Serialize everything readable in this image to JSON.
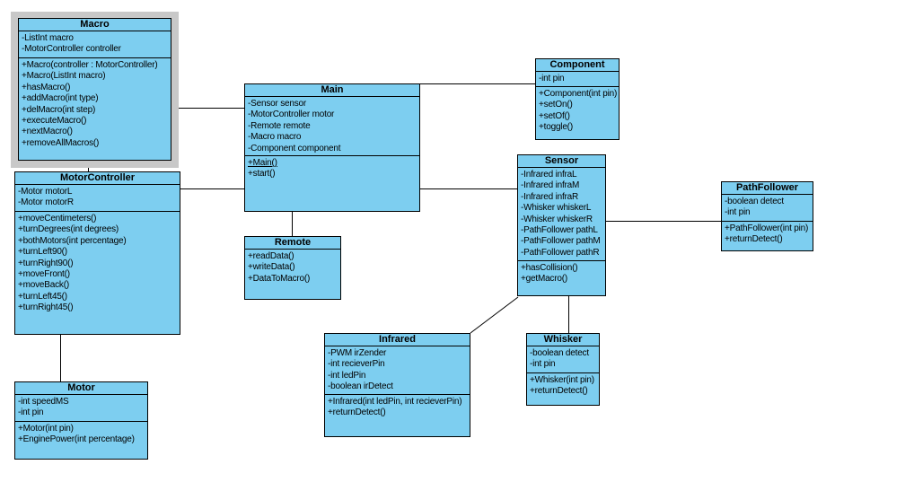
{
  "diagram": {
    "type": "uml-class-diagram",
    "colors": {
      "class_fill": "#7dcef0",
      "class_border": "#000000",
      "relation_line": "#000000",
      "selection_highlight": "#c8c8c8",
      "background": "#ffffff"
    },
    "classes": {
      "macro": {
        "name": "Macro",
        "selected": true,
        "fields": [
          "-ListInt macro",
          "-MotorController controller"
        ],
        "methods": [
          "+Macro(controller : MotorController)",
          "+Macro(ListInt macro)",
          "+hasMacro()",
          "+addMacro(int type)",
          "+delMacro(int step)",
          "+executeMacro()",
          "+nextMacro()",
          "+removeAllMacros()"
        ]
      },
      "motor_controller": {
        "name": "MotorController",
        "selected": false,
        "fields": [
          "-Motor motorL",
          "-Motor motorR"
        ],
        "methods": [
          "+moveCentimeters()",
          "+turnDegrees(int degrees)",
          "+bothMotors(int percentage)",
          "+turnLeft90()",
          "+turnRight90()",
          "+moveFront()",
          "+moveBack()",
          "+turnLeft45()",
          "+turnRight45()"
        ]
      },
      "motor": {
        "name": "Motor",
        "selected": false,
        "fields": [
          "-int speedMS",
          "-int pin"
        ],
        "methods": [
          "+Motor(int pin)",
          "+EnginePower(int percentage)"
        ]
      },
      "main": {
        "name": "Main",
        "selected": false,
        "fields": [
          "-Sensor sensor",
          "-MotorController motor",
          "-Remote remote",
          "-Macro macro",
          "-Component component"
        ],
        "methods": [
          "+Main()",
          "+start()"
        ],
        "static_methods": [
          "+Main()"
        ]
      },
      "remote": {
        "name": "Remote",
        "selected": false,
        "fields": [],
        "methods": [
          "+readData()",
          "+writeData()",
          "+DataToMacro()"
        ]
      },
      "component": {
        "name": "Component",
        "selected": false,
        "fields": [
          "-int pin"
        ],
        "methods": [
          "+Component(int pin)",
          "+setOn()",
          "+setOf()",
          "+toggle()"
        ]
      },
      "sensor": {
        "name": "Sensor",
        "selected": false,
        "fields": [
          "-Infrared infraL",
          "-Infrared infraM",
          "-Infrared infraR",
          "-Whisker whiskerL",
          "-Whisker whiskerR",
          "-PathFollower pathL",
          "-PathFollower pathM",
          "-PathFollower pathR"
        ],
        "methods": [
          "+hasCollision()",
          "+getMacro()"
        ]
      },
      "path_follower": {
        "name": "PathFollower",
        "selected": false,
        "fields": [
          "-boolean detect",
          "-int pin"
        ],
        "methods": [
          "+PathFollower(int pin)",
          "+returnDetect()"
        ]
      },
      "infrared": {
        "name": "Infrared",
        "selected": false,
        "fields": [
          "-PWM irZender",
          "-int recieverPin",
          "-int ledPin",
          "-boolean irDetect"
        ],
        "methods": [
          "+Infrared(int ledPin, int recieverPin)",
          "+returnDetect()"
        ]
      },
      "whisker": {
        "name": "Whisker",
        "selected": false,
        "fields": [
          "-boolean detect",
          "-int pin"
        ],
        "methods": [
          "+Whisker(int pin)",
          "+returnDetect()"
        ]
      }
    },
    "relationships": [
      {
        "from": "Macro",
        "to": "Main"
      },
      {
        "from": "Macro",
        "to": "MotorController"
      },
      {
        "from": "MotorController",
        "to": "Main"
      },
      {
        "from": "MotorController",
        "to": "Motor"
      },
      {
        "from": "Main",
        "to": "Remote"
      },
      {
        "from": "Main",
        "to": "Component"
      },
      {
        "from": "Main",
        "to": "Sensor"
      },
      {
        "from": "Sensor",
        "to": "PathFollower"
      },
      {
        "from": "Sensor",
        "to": "Whisker"
      },
      {
        "from": "Sensor",
        "to": "Infrared"
      }
    ]
  }
}
